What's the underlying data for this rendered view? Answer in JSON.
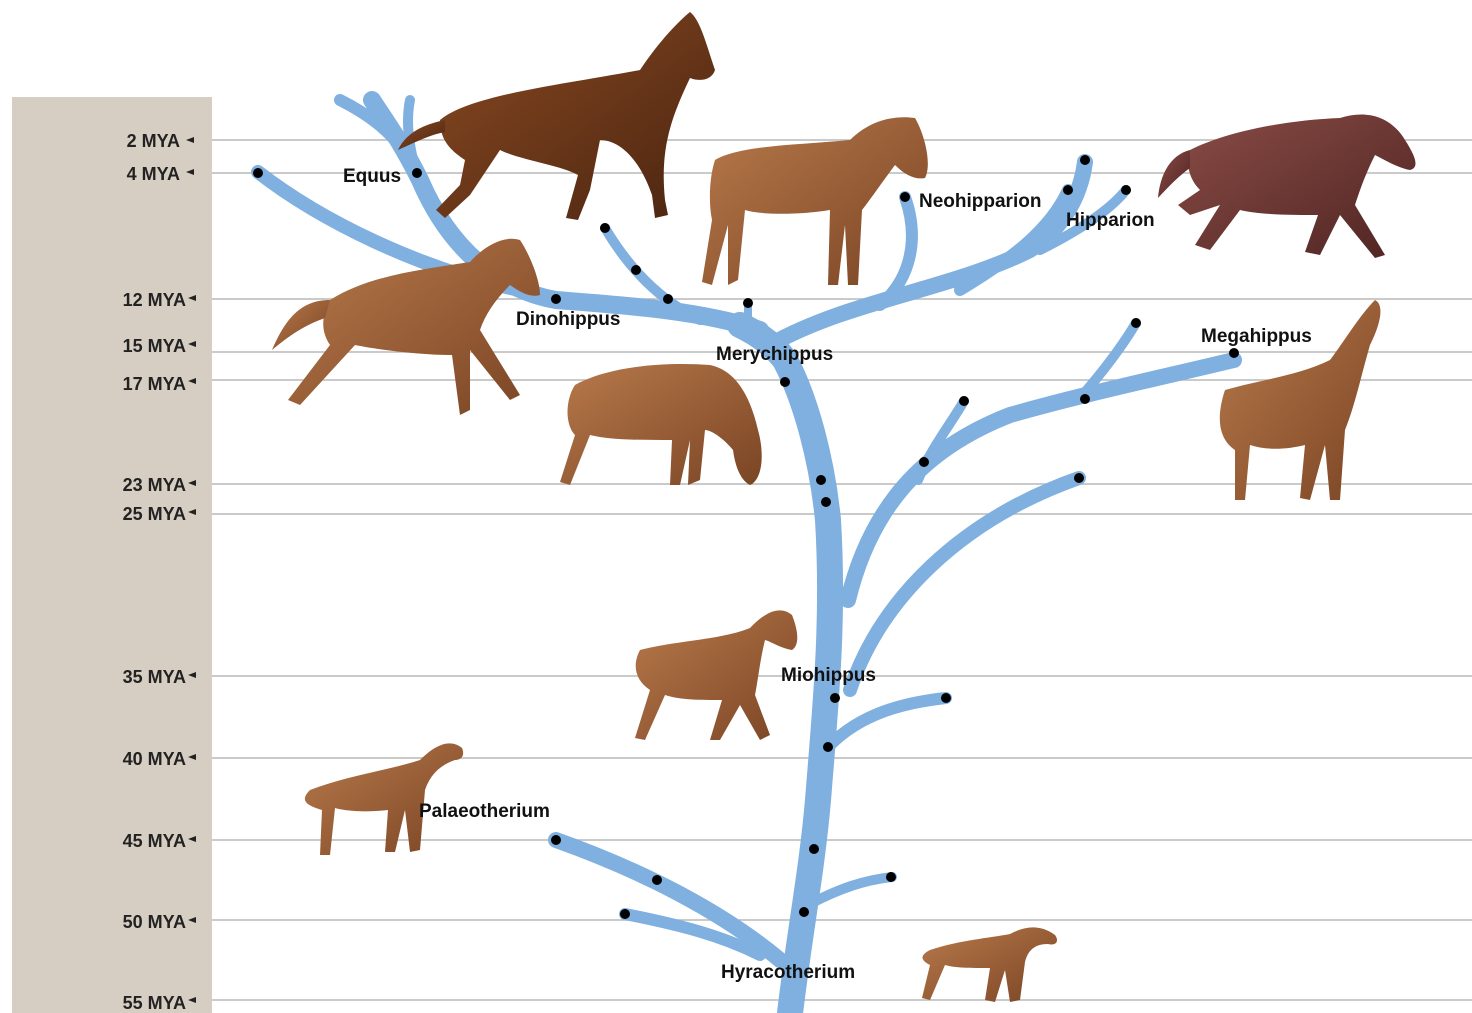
{
  "timescale": {
    "ticks": [
      {
        "label": "2 MYA",
        "mya": 2
      },
      {
        "label": "4 MYA",
        "mya": 4
      },
      {
        "label": "12 MYA",
        "mya": 12
      },
      {
        "label": "15 MYA",
        "mya": 15
      },
      {
        "label": "17 MYA",
        "mya": 17
      },
      {
        "label": "23 MYA",
        "mya": 23
      },
      {
        "label": "25 MYA",
        "mya": 25
      },
      {
        "label": "35 MYA",
        "mya": 35
      },
      {
        "label": "40 MYA",
        "mya": 40
      },
      {
        "label": "45 MYA",
        "mya": 45
      },
      {
        "label": "50 MYA",
        "mya": 50
      },
      {
        "label": "55 MYA",
        "mya": 55
      }
    ]
  },
  "taxa": [
    {
      "name": "Equus"
    },
    {
      "name": "Neohipparion"
    },
    {
      "name": "Hipparion"
    },
    {
      "name": "Dinohippus"
    },
    {
      "name": "Merychippus"
    },
    {
      "name": "Megahippus"
    },
    {
      "name": "Miohippus"
    },
    {
      "name": "Palaeotherium"
    },
    {
      "name": "Hyracotherium"
    }
  ],
  "colors": {
    "branch": "#7fb0e0",
    "timeline_panel": "#d7cec3",
    "gridline": "#b9b9b9",
    "dot": "#000000"
  }
}
